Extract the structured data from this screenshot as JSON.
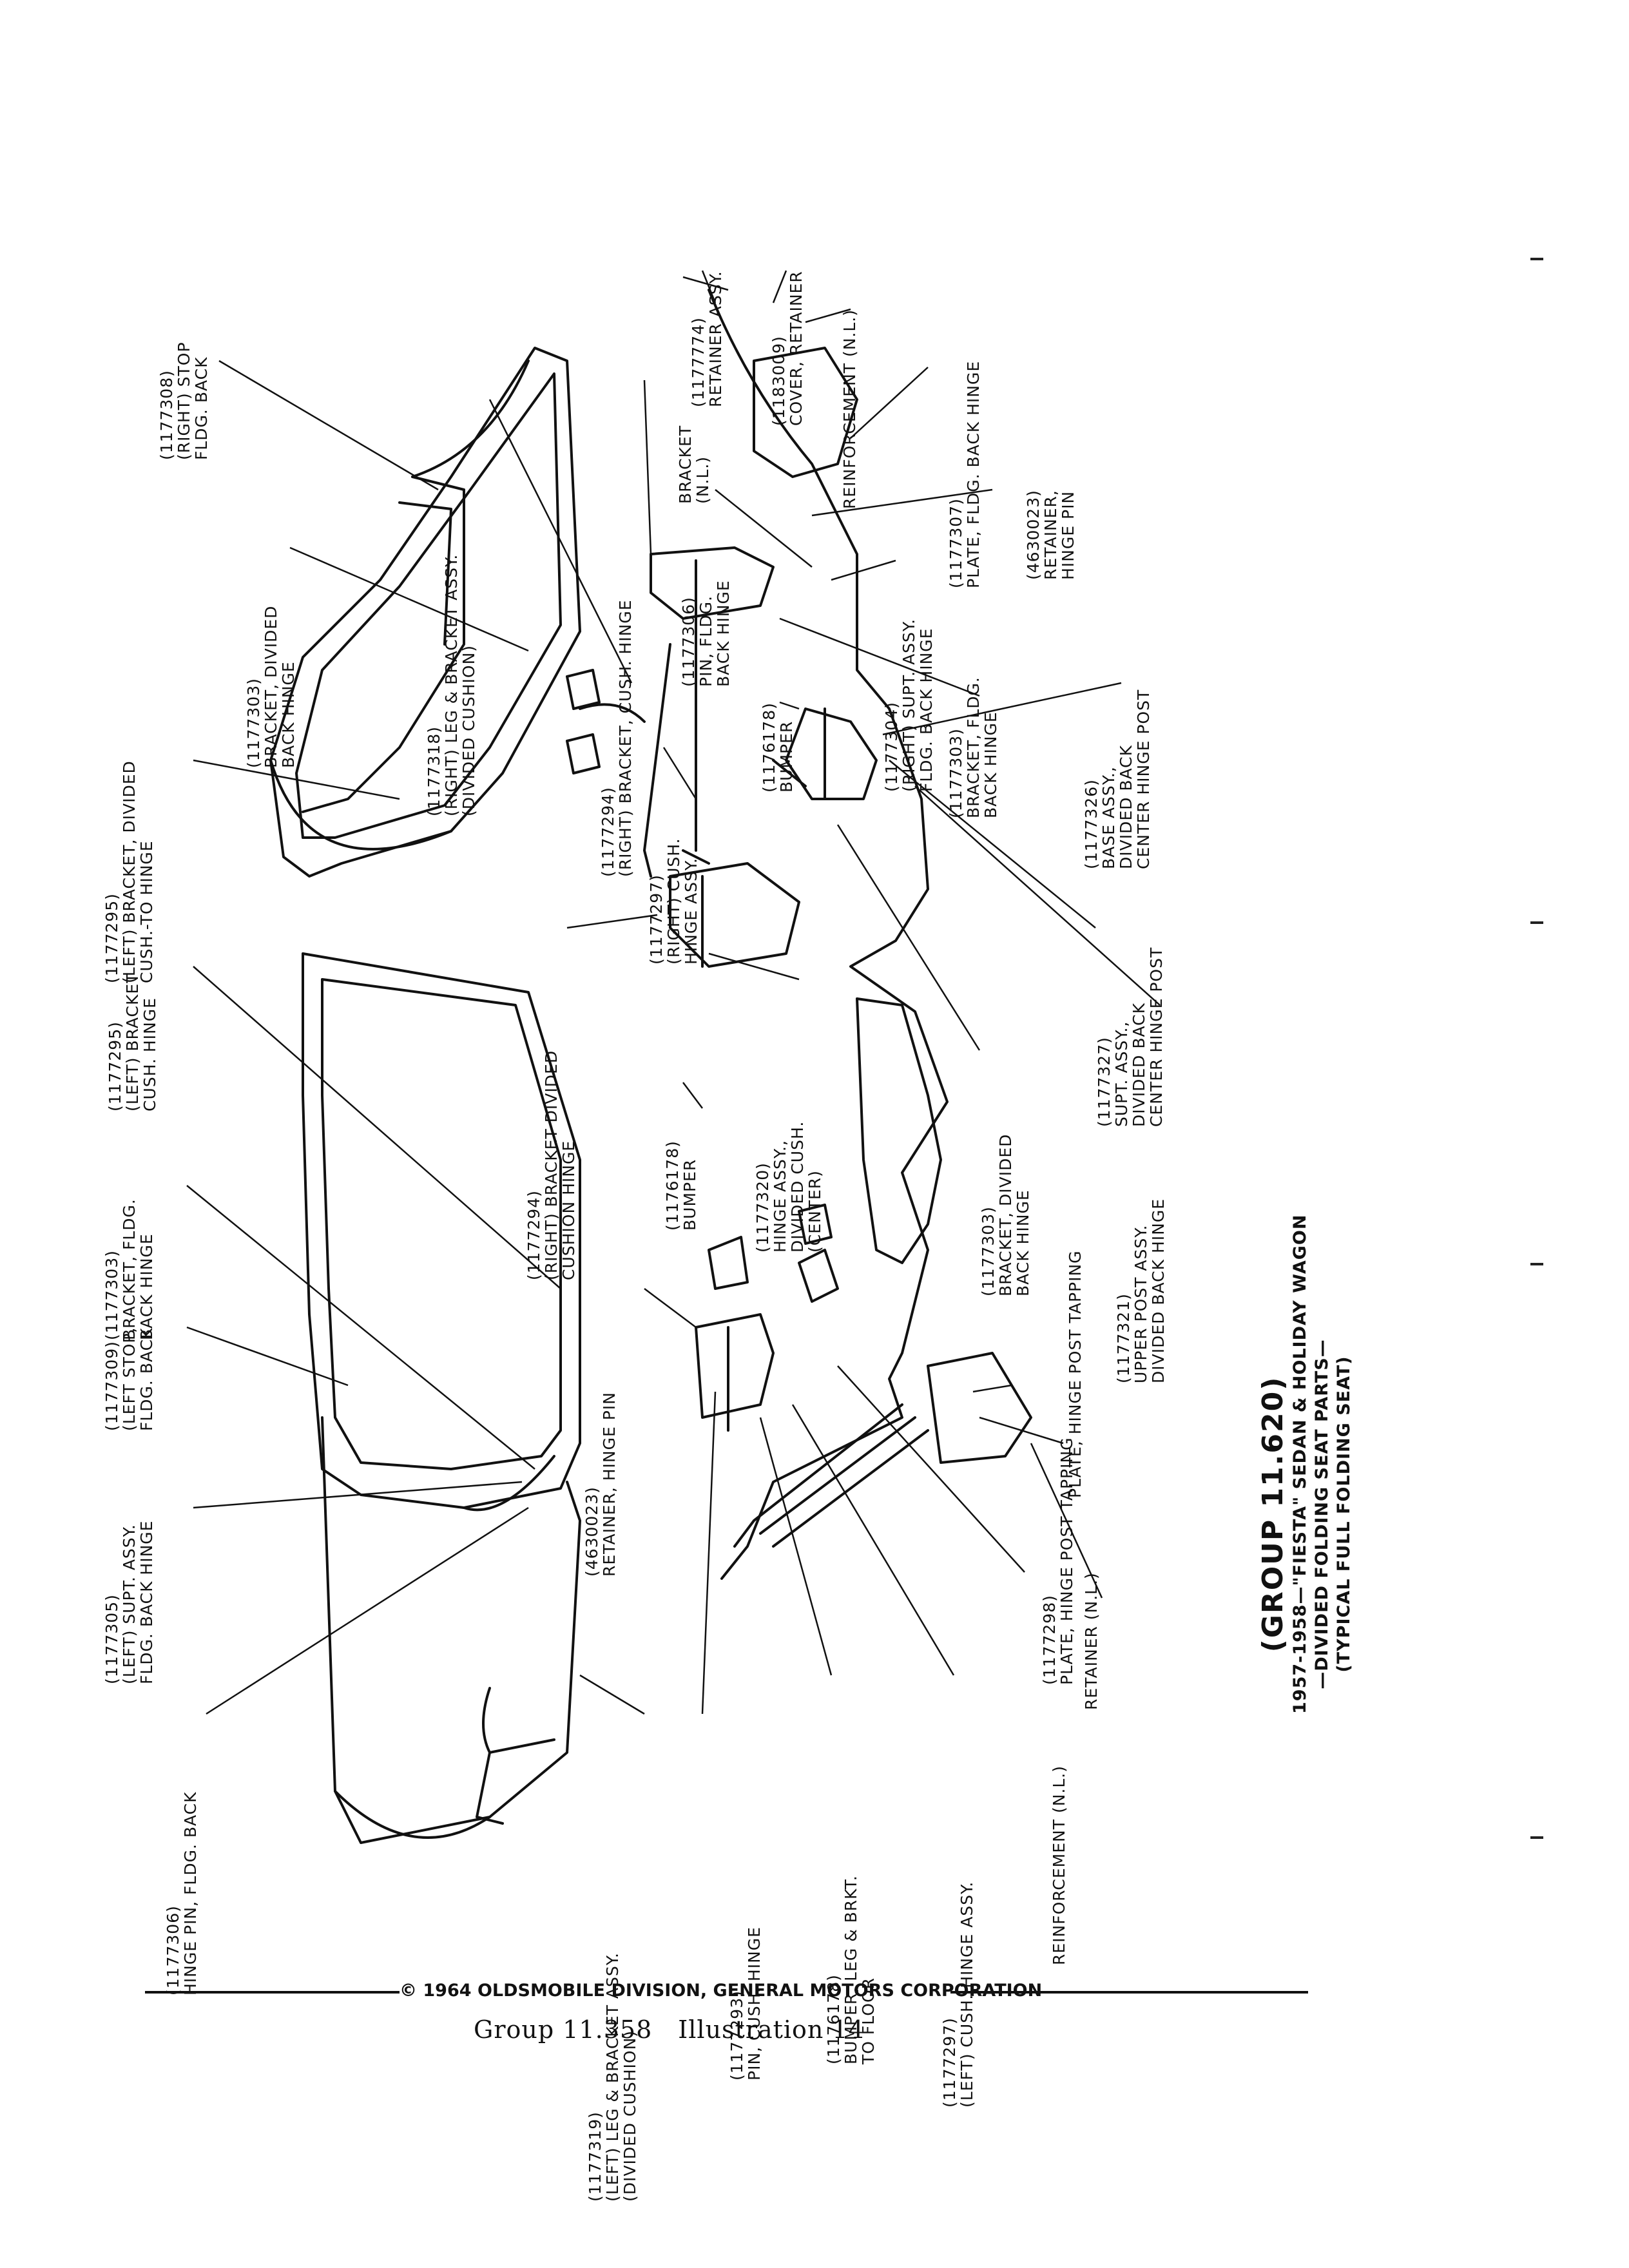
{
  "title": {
    "group": "(GROUP 11.620)",
    "lines": [
      "1957-1958—\"FIESTA\" SEDAN & HOLIDAY WAGON",
      "—DIVIDED FOLDING SEAT PARTS—",
      "(TYPICAL FULL FOLDING SEAT)"
    ]
  },
  "footer": {
    "copyright": "© 1964 OLDSMOBILE DIVISION, GENERAL MOTORS CORPORATION",
    "group": "Group 11.358",
    "illustration": "Illustration 14"
  },
  "labels": [
    {
      "id": "l01",
      "lines": [
        "(1177308)",
        "(RIGHT) STOP",
        "FLDG. BACK"
      ]
    },
    {
      "id": "l02",
      "lines": [
        "(1177318)",
        "(RIGHT) LEG & BRACKET ASSY.",
        "(DIVIDED CUSHION)"
      ]
    },
    {
      "id": "l03",
      "lines": [
        "(1177294)",
        "(RIGHT) BRACKET, CUSH. HINGE"
      ]
    },
    {
      "id": "l04",
      "lines": [
        "(1177774)",
        "RETAINER ASSY."
      ]
    },
    {
      "id": "l05",
      "lines": [
        "(1183009)",
        "COVER, RETAINER"
      ]
    },
    {
      "id": "l06",
      "lines": [
        "REINFORCEMENT (N.L.)"
      ]
    },
    {
      "id": "l07",
      "lines": [
        "BRACKET",
        "(N.L.)"
      ]
    },
    {
      "id": "l08",
      "lines": [
        "(1177307)",
        "PLATE, FLDG. BACK HINGE"
      ]
    },
    {
      "id": "l09",
      "lines": [
        "(4630023)",
        "RETAINER,",
        "HINGE PIN"
      ]
    },
    {
      "id": "l10",
      "lines": [
        "(1177303)",
        "BRACKET, DIVIDED",
        "BACK HINGE"
      ]
    },
    {
      "id": "l11",
      "lines": [
        "(1177306)",
        "PIN, FLDG.",
        "BACK HINGE"
      ]
    },
    {
      "id": "l12",
      "lines": [
        "(1177304)",
        "(RIGHT) SUPT. ASSY.",
        "FLDG. BACK HINGE"
      ]
    },
    {
      "id": "l13",
      "lines": [
        "(1177303)",
        "BRACKET, FLDG.",
        "BACK HINGE"
      ]
    },
    {
      "id": "l14",
      "lines": [
        "(1177326)",
        "BASE ASSY.,",
        "DIVIDED BACK",
        "CENTER HINGE POST"
      ]
    },
    {
      "id": "l15",
      "lines": [
        "(1177295)",
        "(LEFT) BRACKET, DIVIDED",
        "CUSH.-TO HINGE"
      ]
    },
    {
      "id": "l16",
      "lines": [
        "(1176178)",
        "BUMPER"
      ]
    },
    {
      "id": "l17",
      "lines": [
        "(1177297)",
        "(RIGHT) CUSH.",
        "HINGE ASSY."
      ]
    },
    {
      "id": "l18",
      "lines": [
        "(1177327)",
        "SUPT. ASSY.,",
        "DIVIDED BACK",
        "CENTER HINGE POST"
      ]
    },
    {
      "id": "l19",
      "lines": [
        "(1177295)",
        "(LEFT) BRACKET",
        "CUSH. HINGE"
      ]
    },
    {
      "id": "l20",
      "lines": [
        "(1177294)",
        "(RIGHT) BRACKET DIVIDED",
        "CUSHION HINGE"
      ]
    },
    {
      "id": "l21",
      "lines": [
        "(1177320)",
        "HINGE ASSY.,",
        "DIVIDED CUSH.",
        "(CENTER)"
      ]
    },
    {
      "id": "l22",
      "lines": [
        "(1177303)",
        "BRACKET, DIVIDED",
        "BACK HINGE"
      ]
    },
    {
      "id": "l23",
      "lines": [
        "(1177321)",
        "UPPER POST ASSY.",
        "DIVIDED BACK HINGE"
      ]
    },
    {
      "id": "l24",
      "lines": [
        "(1177303)",
        "BRACKET, FLDG.",
        "BACK HINGE"
      ]
    },
    {
      "id": "l25",
      "lines": [
        "(1176178)",
        "BUMPER"
      ]
    },
    {
      "id": "l26",
      "lines": [
        "PLATE, HINGE POST TAPPING"
      ]
    },
    {
      "id": "l27",
      "lines": [
        "(1177309)",
        "(LEFT STOP,",
        "FLDG. BACK"
      ]
    },
    {
      "id": "l28",
      "lines": [
        "(4630023)",
        "RETAINER, HINGE PIN"
      ]
    },
    {
      "id": "l29",
      "lines": [
        "(1177298)",
        "PLATE, HINGE POST TAPPING"
      ]
    },
    {
      "id": "l30",
      "lines": [
        "RETAINER (N.L.)"
      ]
    },
    {
      "id": "l31",
      "lines": [
        "(1177305)",
        "(LEFT) SUPT. ASSY.",
        "FLDG. BACK HINGE"
      ]
    },
    {
      "id": "l32",
      "lines": [
        "REINFORCEMENT (N.L.)"
      ]
    },
    {
      "id": "l33",
      "lines": [
        "(1177306)",
        "HINGE PIN, FLDG. BACK"
      ]
    },
    {
      "id": "l34",
      "lines": [
        "(1177319)",
        "(LEFT) LEG & BRACKET ASSY.",
        "(DIVIDED CUSHION)"
      ]
    },
    {
      "id": "l35",
      "lines": [
        "(1177293)",
        "PIN, CUSH. HINGE"
      ]
    },
    {
      "id": "l36",
      "lines": [
        "(1176178)",
        "BUMPER, LEG & BRKT.",
        "TO FLOOR"
      ]
    },
    {
      "id": "l37",
      "lines": [
        "(1177297)",
        "(LEFT) CUSH. HINGE ASSY."
      ]
    }
  ]
}
